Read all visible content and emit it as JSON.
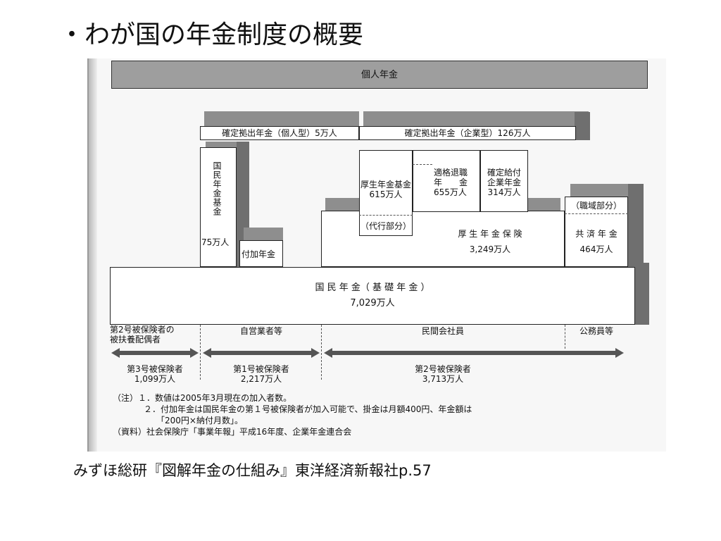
{
  "slide": {
    "title": "・わが国の年金制度の概要",
    "caption": "みずほ総研『図解年金の仕組み』東洋経済新報社p.57"
  },
  "diagram": {
    "personal_pension": "個人年金",
    "dc_individual": "確定拠出年金（個人型）5万人",
    "dc_corporate": "確定拠出年金（企業型）126万人",
    "national_pension_fund_vertical": "国民年金基金",
    "national_pension_fund_count": "75万人",
    "additional_pension": "付加年金",
    "epf_line1": "厚生年金基金",
    "epf_line2": "615万人",
    "proxy_portion": "（代行部分）",
    "qualified_retirement_line1": "適格退職",
    "qualified_retirement_line2": "年　　金",
    "qualified_retirement_line3": "655万人",
    "db_line1": "確定給付",
    "db_line2": "企業年金",
    "db_line3": "314万人",
    "occupational_portion": "（職域部分）",
    "mutual_aid_line1": "共 済 年 金",
    "mutual_aid_line2": "464万人",
    "employees_pension_line1": "厚 生 年 金 保 険",
    "employees_pension_line2": "3,249万人",
    "national_pension_line1": "国 民 年 金（ 基 礎 年 金 ）",
    "national_pension_line2": "7,029万人",
    "cat2_spouse_line1": "第2号被保険者の",
    "cat2_spouse_line2": "被扶養配偶者",
    "self_employed": "自営業者等",
    "private_employees": "民間会社員",
    "civil_servants": "公務員等",
    "cat3_line1": "第3号被保険者",
    "cat3_line2": "1,099万人",
    "cat1_line1": "第1号被保険者",
    "cat1_line2": "2,217万人",
    "cat2_line1": "第2号被保険者",
    "cat2_line2": "3,713万人",
    "note1": "（注）１．数値は2005年3月現在の加入者数。",
    "note2": "２．付加年金は国民年金の第１号被保険者が加入可能で、掛金は月額400円、年金額は",
    "note3": "「200円×納付月数」。",
    "note4": "（資料）社会保険庁「事業年報」平成16年度、企業年金連合会"
  }
}
